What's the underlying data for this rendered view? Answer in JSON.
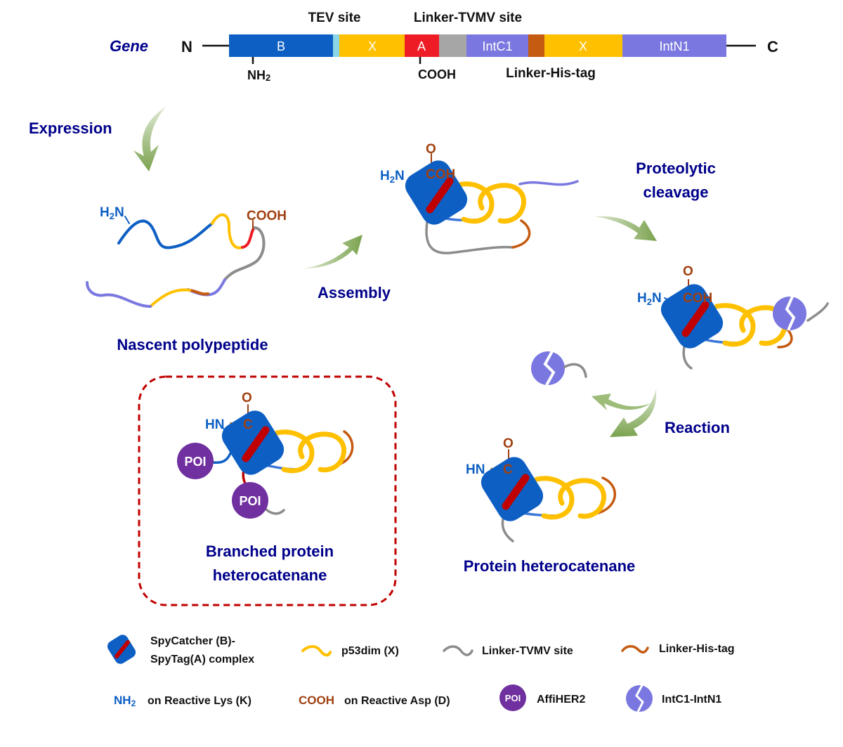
{
  "gene": {
    "label": "Gene",
    "n_terminus": "N",
    "c_terminus": "C",
    "segments": [
      {
        "label": "B",
        "color": "#0d5fc4"
      },
      {
        "label": "",
        "color": "#8ad6e6"
      },
      {
        "label": "X",
        "color": "#ffc000"
      },
      {
        "label": "A",
        "color": "#ee1c25"
      },
      {
        "label": "",
        "color": "#a6a6a6"
      },
      {
        "label": "IntC1",
        "color": "#7a78e0"
      },
      {
        "label": "",
        "color": "#c55a11"
      },
      {
        "label": "X",
        "color": "#ffc000"
      },
      {
        "label": "IntN1",
        "color": "#7a78e0"
      }
    ],
    "tev_site": "TEV site",
    "linker_tvmv_site": "Linker-TVMV site",
    "nh2": "NH",
    "nh2_sub": "2",
    "cooh": "COOH",
    "linker_his_tag": "Linker-His-tag"
  },
  "steps": {
    "expression": "Expression",
    "assembly": "Assembly",
    "proteolytic_line1": "Proteolytic",
    "proteolytic_line2": "cleavage",
    "reaction": "Reaction"
  },
  "labels": {
    "nascent": "Nascent polypeptide",
    "branched_line1": "Branched protein",
    "branched_line2": "heterocatenane",
    "heterocatenane": "Protein heterocatenane",
    "h2n_h": "H",
    "h2n_sub": "2",
    "h2n_n": "N",
    "cooh": "COOH",
    "o": "O",
    "coh": "COH",
    "hn": "HN",
    "c": "C",
    "poi": "POI"
  },
  "legend": {
    "spycatcher_line1": "SpyCatcher (B)-",
    "spycatcher_line2": "SpyTag(A) complex",
    "p53dim": "p53dim (X)",
    "linker_tvmv": "Linker-TVMV site",
    "linker_his": "Linker-His-tag",
    "nh2": "NH",
    "nh2_sub": "2",
    "nh2_desc": "on Reactive Lys (K)",
    "cooh": "COOH",
    "cooh_desc": "on Reactive Asp (D)",
    "poi": "POI",
    "affiher2": "AffiHER2",
    "intc1_intn1": "IntC1-IntN1"
  },
  "colors": {
    "spycatcher": "#0d5fc4",
    "spytag": "#c00000",
    "p53dim": "#ffc000",
    "linker_tvmv": "#8c8c8c",
    "linker_his": "#c55a11",
    "intein": "#7a78e0",
    "poi": "#7030a0",
    "arrow": "#82a85a",
    "frame": "#c00000",
    "title_text": "#00008b"
  }
}
